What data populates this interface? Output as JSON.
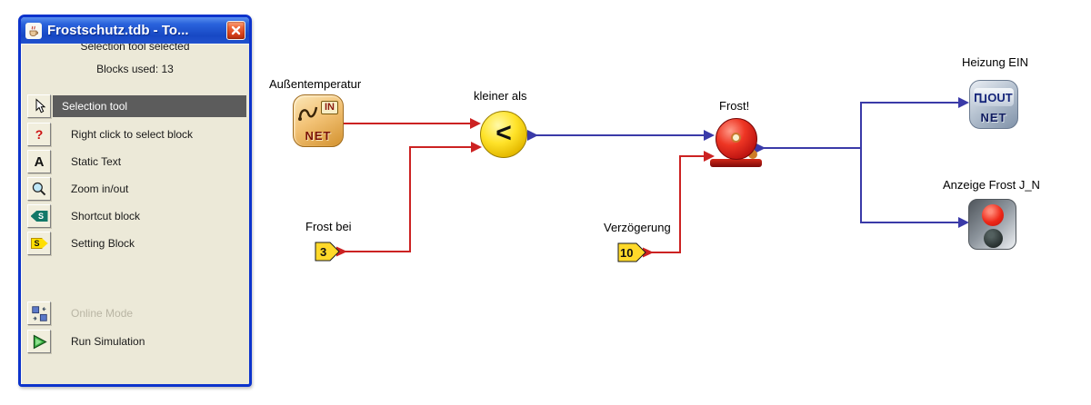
{
  "window": {
    "title": "Frostschutz.tdb - To...",
    "status_line1": "Selection tool selected",
    "status_line2": "Blocks used: 13",
    "tools": [
      {
        "label": "Selection tool",
        "selected": true
      },
      {
        "label": "Right click to select block",
        "glyph": "?"
      },
      {
        "label": "Static Text",
        "glyph": "A"
      },
      {
        "label": "Zoom in/out"
      },
      {
        "label": "Shortcut block",
        "glyph": "S"
      },
      {
        "label": "Setting Block",
        "glyph": "S"
      }
    ],
    "actions": [
      {
        "label": "Online Mode",
        "disabled": true
      },
      {
        "label": "Run Simulation"
      }
    ]
  },
  "canvas": {
    "input_block": {
      "label": "Außentemperatur",
      "badge": "IN",
      "net": "NET"
    },
    "comparator": {
      "label": "kleiner als",
      "symbol": "<"
    },
    "const_frost": {
      "label": "Frost bei",
      "value": "3"
    },
    "bell": {
      "label": "Frost!"
    },
    "const_delay": {
      "label": "Verzögerung",
      "value": "10"
    },
    "output_block": {
      "label": "Heizung EIN",
      "badge": "OUT",
      "net": "NET"
    },
    "indicator": {
      "label": "Anzeige Frost J_N"
    },
    "colors": {
      "analog_wire": "#cc2222",
      "digital_wire": "#3a3aa8",
      "tag_fill": "#ffd92a"
    }
  }
}
